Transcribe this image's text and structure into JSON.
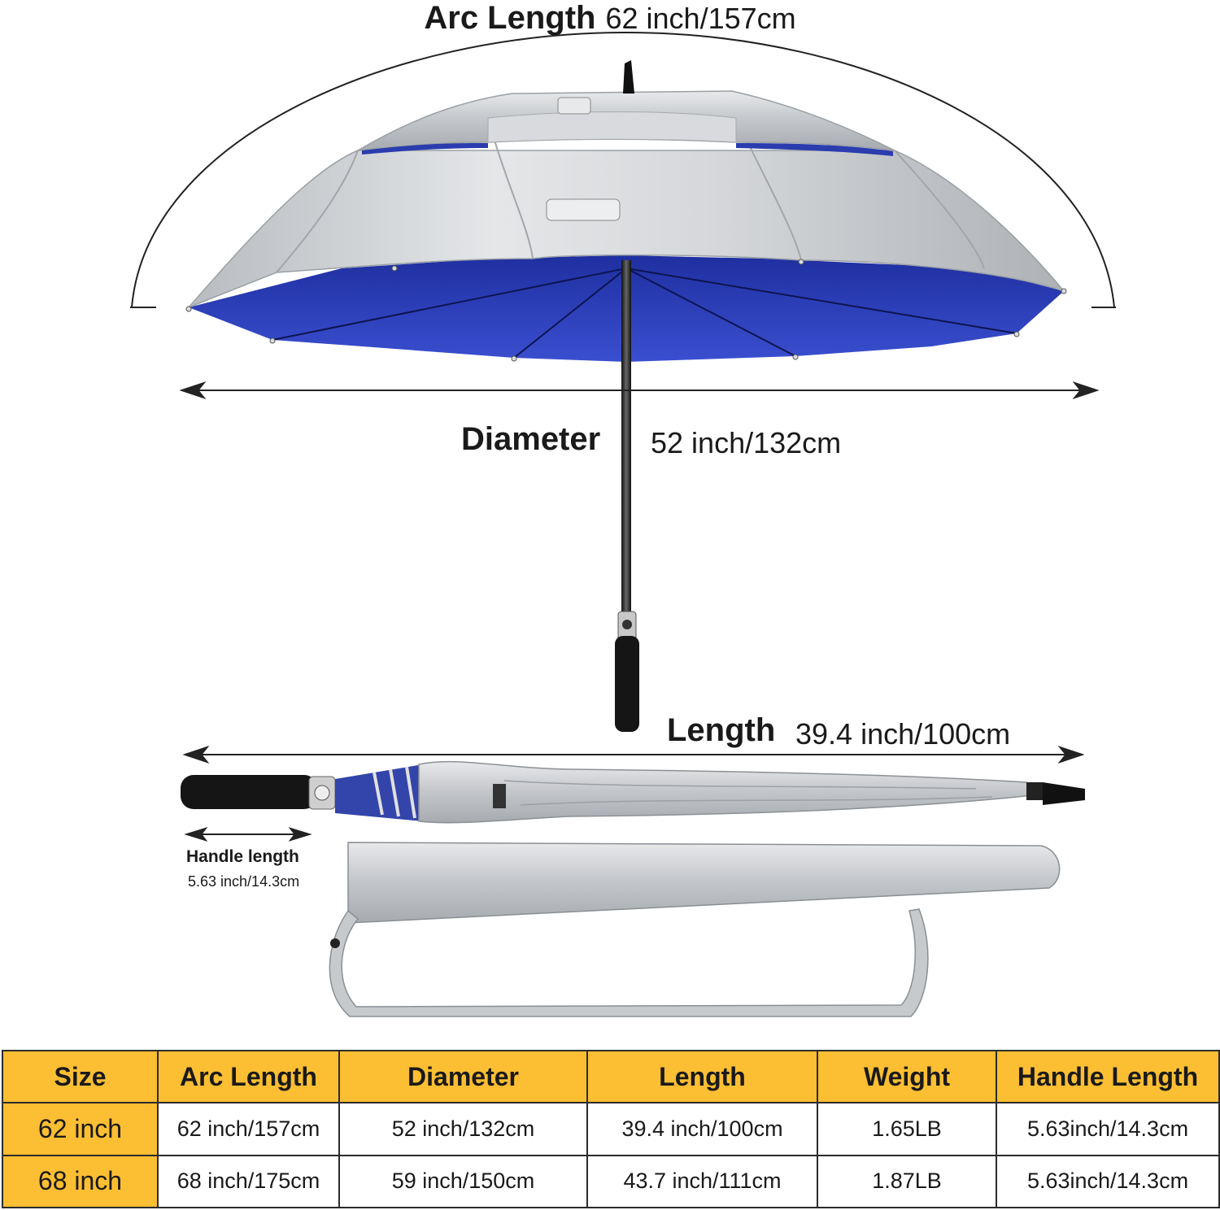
{
  "dimensions": {
    "arc_length": {
      "label": "Arc Length",
      "value": "62 inch/157cm"
    },
    "diameter": {
      "label": "Diameter",
      "value": "52 inch/132cm"
    },
    "length": {
      "label": "Length",
      "value": "39.4 inch/100cm"
    },
    "handle_length": {
      "label": "Handle length",
      "value": "5.63 inch/14.3cm"
    }
  },
  "colors": {
    "canopy_silver": "#c9cccf",
    "canopy_blue": "#2b3fb5",
    "table_header": "#fcbe32",
    "handle_black": "#151515"
  },
  "table": {
    "headers": [
      "Size",
      "Arc Length",
      "Diameter",
      "Length",
      "Weight",
      "Handle Length"
    ],
    "rows": [
      [
        "62 inch",
        "62 inch/157cm",
        "52 inch/132cm",
        "39.4 inch/100cm",
        "1.65LB",
        "5.63inch/14.3cm"
      ],
      [
        "68 inch",
        "68 inch/175cm",
        "59 inch/150cm",
        "43.7 inch/111cm",
        "1.87LB",
        "5.63inch/14.3cm"
      ]
    ]
  }
}
